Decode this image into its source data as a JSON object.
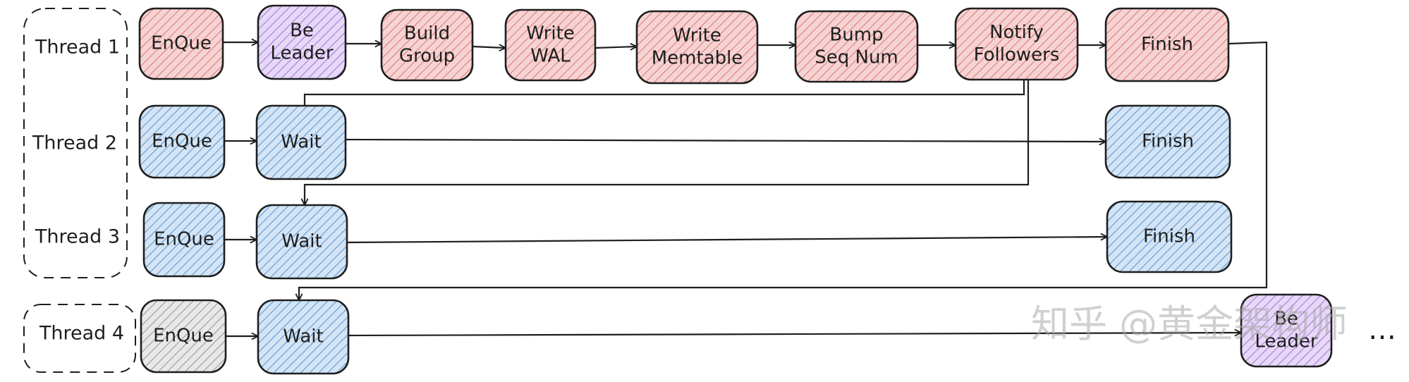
{
  "colors": {
    "red_fill": "#f6d3d3",
    "red_hatch": "#e07a7a",
    "purple_fill": "#e6d8f6",
    "purple_hatch": "#a77ae0",
    "blue_fill": "#d4e4f4",
    "blue_hatch": "#5b9bd8",
    "gray_fill": "#e8e8e8",
    "gray_hatch": "#9a9a9a"
  },
  "threads": [
    {
      "id": "t1",
      "label": "Thread 1"
    },
    {
      "id": "t2",
      "label": "Thread 2"
    },
    {
      "id": "t3",
      "label": "Thread 3"
    },
    {
      "id": "t4",
      "label": "Thread 4"
    }
  ],
  "nodes": [
    {
      "id": "t1-enque",
      "lines": [
        "EnQue"
      ],
      "color": "red"
    },
    {
      "id": "t1-be-leader",
      "lines": [
        "Be",
        "Leader"
      ],
      "color": "purple"
    },
    {
      "id": "t1-build-group",
      "lines": [
        "Build",
        "Group"
      ],
      "color": "red"
    },
    {
      "id": "t1-write-wal",
      "lines": [
        "Write",
        "WAL"
      ],
      "color": "red"
    },
    {
      "id": "t1-write-memtable",
      "lines": [
        "Write",
        "Memtable"
      ],
      "color": "red"
    },
    {
      "id": "t1-bump-seq-num",
      "lines": [
        "Bump",
        "Seq Num"
      ],
      "color": "red"
    },
    {
      "id": "t1-notify-followers",
      "lines": [
        "Notify",
        "Followers"
      ],
      "color": "red"
    },
    {
      "id": "t1-finish",
      "lines": [
        "Finish"
      ],
      "color": "red"
    },
    {
      "id": "t2-enque",
      "lines": [
        "EnQue"
      ],
      "color": "blue"
    },
    {
      "id": "t2-wait",
      "lines": [
        "Wait"
      ],
      "color": "blue"
    },
    {
      "id": "t2-finish",
      "lines": [
        "Finish"
      ],
      "color": "blue"
    },
    {
      "id": "t3-enque",
      "lines": [
        "EnQue"
      ],
      "color": "blue"
    },
    {
      "id": "t3-wait",
      "lines": [
        "Wait"
      ],
      "color": "blue"
    },
    {
      "id": "t3-finish",
      "lines": [
        "Finish"
      ],
      "color": "blue"
    },
    {
      "id": "t4-enque",
      "lines": [
        "EnQue"
      ],
      "color": "gray"
    },
    {
      "id": "t4-wait",
      "lines": [
        "Wait"
      ],
      "color": "blue"
    },
    {
      "id": "t4-be-leader",
      "lines": [
        "Be",
        "Leader"
      ],
      "color": "purple"
    }
  ],
  "ellipsis": "…",
  "watermark": "知乎 @黄金架构师"
}
